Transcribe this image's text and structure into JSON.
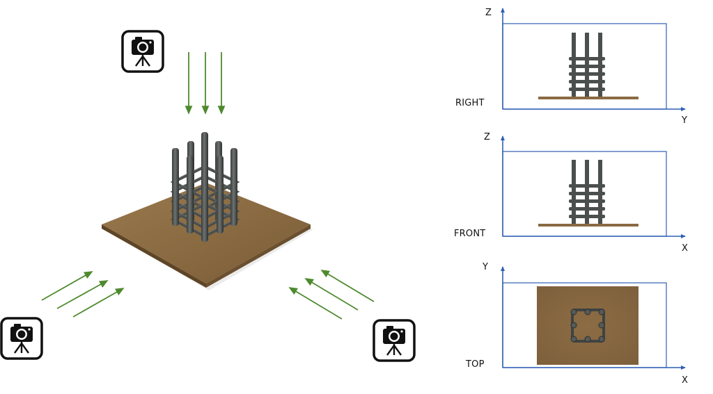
{
  "colors": {
    "arrow": "#4e8a2e",
    "axis": "#2f5fb3",
    "plate": "#8a6a42",
    "rebar": "#4b4f4d",
    "camera": "#111111"
  },
  "cameras": [
    {
      "name": "camera-top",
      "icon": "camera-tripod-icon",
      "direction": "down"
    },
    {
      "name": "camera-front",
      "icon": "camera-tripod-icon",
      "direction": "up-right"
    },
    {
      "name": "camera-right",
      "icon": "camera-tripod-icon",
      "direction": "up-left"
    }
  ],
  "views": {
    "right": {
      "label": "RIGHT",
      "vertical_axis": "Z",
      "horizontal_axis": "Y"
    },
    "front": {
      "label": "FRONT",
      "vertical_axis": "Z",
      "horizontal_axis": "X"
    },
    "top": {
      "label": "TOP",
      "vertical_axis": "Y",
      "horizontal_axis": "X"
    }
  }
}
